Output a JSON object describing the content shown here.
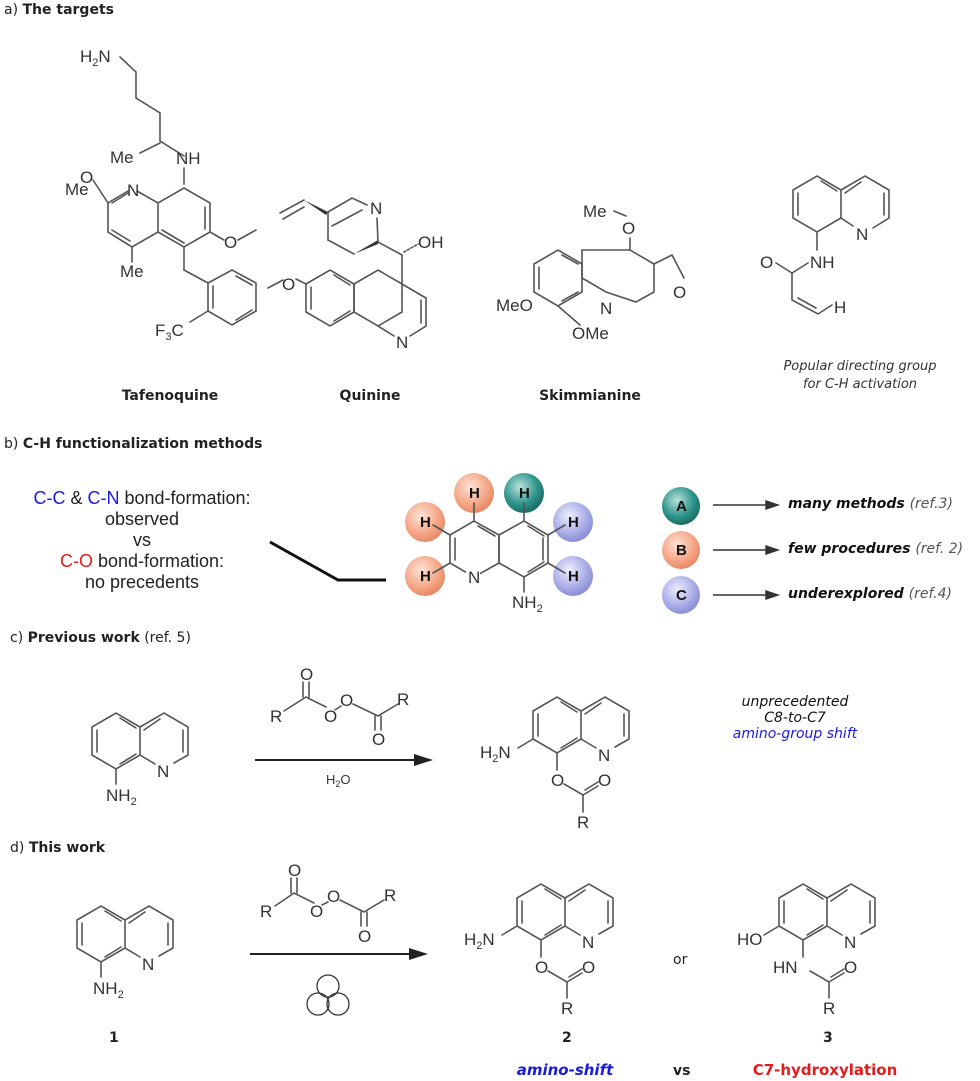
{
  "sections": {
    "a": {
      "prefix": "a) ",
      "title": "The targets"
    },
    "b": {
      "prefix": "b) ",
      "title": "C-H functionalization methods"
    },
    "c": {
      "prefix": "c) ",
      "title": "Previous work",
      "ref": " (ref. 5)"
    },
    "d": {
      "prefix": "d)   ",
      "title": "This work"
    }
  },
  "targets": [
    {
      "name": "Tafenoquine"
    },
    {
      "name": "Quinine"
    },
    {
      "name": "Skimmianine"
    },
    {
      "caption_line1": "Popular directing group",
      "caption_line2": "for C-H activation"
    }
  ],
  "atoms": {
    "H2N": "H",
    "N": "N",
    "NH": "NH",
    "Me": "Me",
    "MeO": "MeO",
    "OMe": "OMe",
    "O": "O",
    "OH": "OH",
    "F3C": "F",
    "C": "C",
    "H": "H",
    "R": "R",
    "HO": "HO",
    "HN": "HN",
    "NH2": "NH",
    "two": "2",
    "three": "3"
  },
  "bond_formation": {
    "line1_cc": "C-C",
    "line1_amp": " & ",
    "line1_cn": "C-N",
    "line1_rest": " bond-formation:",
    "line2": "observed",
    "line3": "vs",
    "line4_co": "C-O",
    "line4_rest": " bond-formation:",
    "line5": "no precedents"
  },
  "site_legend": [
    {
      "key": "A",
      "color": "#2a8a82",
      "text": "many methods ",
      "ref": "(ref.3)"
    },
    {
      "key": "B",
      "color": "#f2a07e",
      "text": "few procedures ",
      "ref": "(ref. 2)"
    },
    {
      "key": "C",
      "color": "#9b9ee0",
      "text": "underexplored ",
      "ref": "(ref.4)"
    }
  ],
  "previous_work": {
    "reagent_condition": "H",
    "reagent_condition_sub": "2",
    "reagent_condition_end": "O",
    "note_line1": "unprecedented",
    "note_line2": "C8-to-C7",
    "note_line3": "amino-group shift"
  },
  "this_work": {
    "compound1": "1",
    "compound2": "2",
    "compound3": "3",
    "or": "or",
    "vs": "vs",
    "label2": "amino-shift",
    "label3": "C7-hydroxylation"
  },
  "colors": {
    "blue": "#1a1adf",
    "red": "#e41b1b",
    "teal": "#2a8a82",
    "orange": "#f2a07e",
    "lavender": "#9b9ee0"
  }
}
